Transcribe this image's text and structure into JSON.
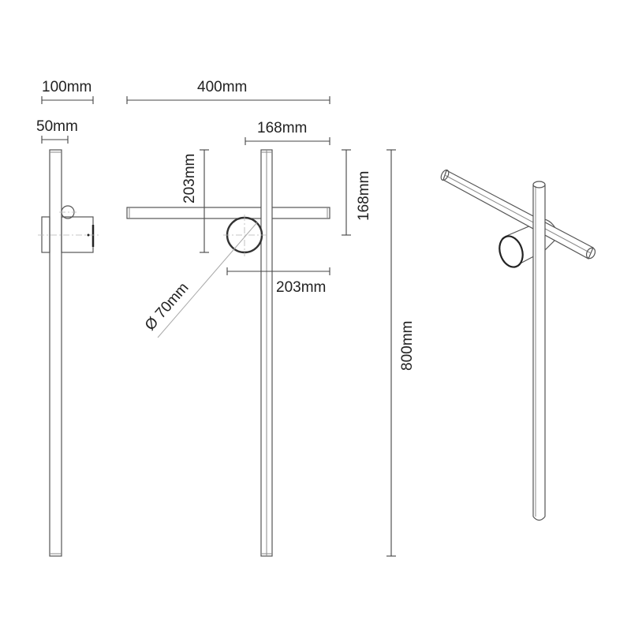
{
  "drawing": {
    "title": "Wall lamp dimension drawing",
    "views": [
      "side-view",
      "front-view",
      "isometric-view"
    ],
    "colors": {
      "line": "#555555",
      "dimension": "#444444",
      "text": "#222222",
      "background": "#ffffff"
    }
  },
  "side_view": {
    "dim_total_depth": "100mm",
    "dim_bar_depth": "50mm"
  },
  "front_view": {
    "dim_total_width": "400mm",
    "dim_right_arm": "168mm",
    "dim_height_left": "203mm",
    "dim_height_right": "168mm",
    "dim_bottom": "203mm",
    "dim_diameter": "Ø 70mm",
    "dim_total_height": "800mm"
  },
  "isometric_view": {
    "label": ""
  }
}
